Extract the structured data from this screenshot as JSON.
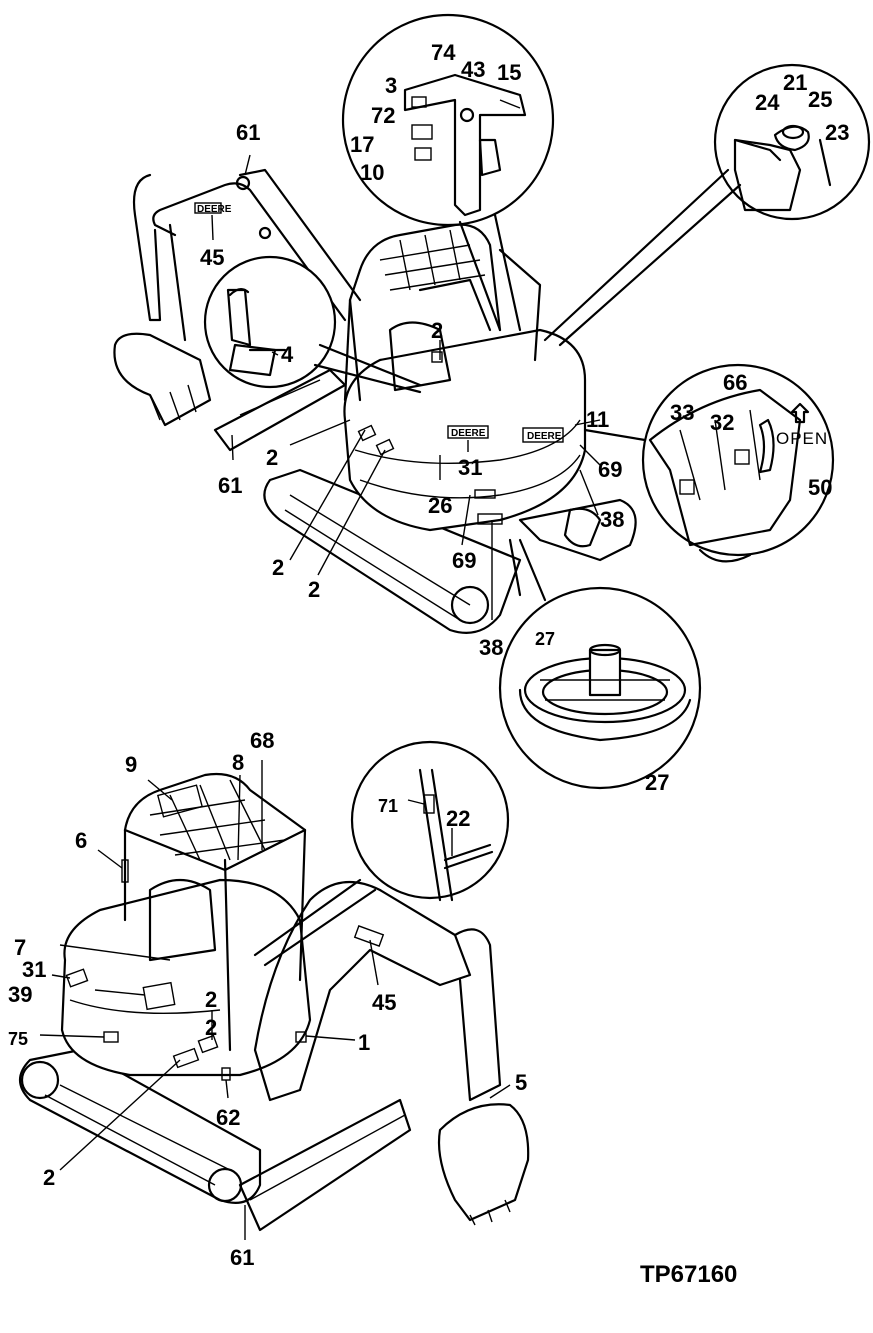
{
  "figure_id": "TP67160",
  "open_marking": "OPEN",
  "brand_marking": "DEERE",
  "callouts_top_view": [
    "74",
    "43",
    "15",
    "3",
    "72",
    "17",
    "10",
    "61",
    "45",
    "4",
    "2",
    "2",
    "2",
    "2",
    "61",
    "11",
    "31",
    "26",
    "69",
    "38",
    "69",
    "38",
    "21",
    "24",
    "25",
    "23",
    "66",
    "33",
    "32",
    "50",
    "27",
    "27"
  ],
  "callouts_bottom_view": [
    "9",
    "8",
    "68",
    "6",
    "71",
    "22",
    "7",
    "31",
    "39",
    "2",
    "45",
    "1",
    "75",
    "2",
    "62",
    "5",
    "2",
    "61"
  ]
}
